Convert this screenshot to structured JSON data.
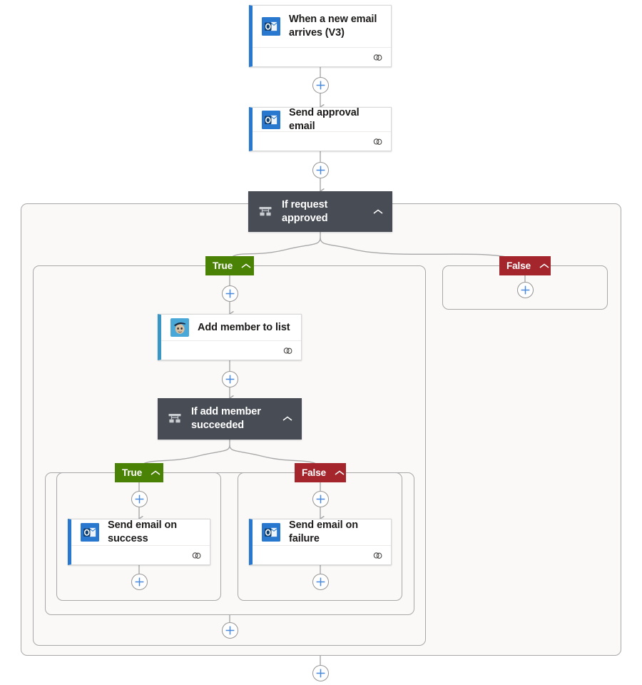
{
  "canvas": {
    "background": "#ffffff",
    "scope_fill": "#faf9f8",
    "scope_border": "#a8a8a8",
    "connector_color": "#a8a8a8",
    "plus_glyph_color": "#4a89dc",
    "condition_bg": "#484c55",
    "true_color": "#498205",
    "false_color": "#a4262c",
    "outlook_accent": "#2878d0",
    "mailchimp_accent": "#3a96c4"
  },
  "nodes": {
    "trigger_email": {
      "title": "When a new email arrives (V3)",
      "icon": "outlook-icon",
      "accent": "#2878d0",
      "footer_icon": "connector-link-icon"
    },
    "send_approval": {
      "title": "Send approval email",
      "icon": "outlook-icon",
      "accent": "#2878d0",
      "footer_icon": "connector-link-icon"
    },
    "if_request_approved": {
      "title": "If request approved",
      "icon": "control-condition-icon",
      "collapse_icon": "chevron-up-icon"
    },
    "add_member": {
      "title": "Add member to list",
      "icon": "mailchimp-icon",
      "accent": "#3a96c4",
      "footer_icon": "connector-link-icon"
    },
    "if_add_member_succeeded": {
      "title": "If add member succeeded",
      "icon": "control-condition-icon",
      "collapse_icon": "chevron-up-icon"
    },
    "send_success": {
      "title": "Send email on success",
      "icon": "outlook-icon",
      "accent": "#2878d0",
      "footer_icon": "connector-link-icon"
    },
    "send_failure": {
      "title": "Send email on failure",
      "icon": "outlook-icon",
      "accent": "#2878d0",
      "footer_icon": "connector-link-icon"
    }
  },
  "branches": {
    "outer_true": {
      "label": "True",
      "collapse_icon": "chevron-up-icon"
    },
    "outer_false": {
      "label": "False",
      "collapse_icon": "chevron-up-icon"
    },
    "inner_true": {
      "label": "True",
      "collapse_icon": "chevron-up-icon"
    },
    "inner_false": {
      "label": "False",
      "collapse_icon": "chevron-up-icon"
    }
  },
  "add_buttons": {
    "after_trigger": "+",
    "after_send_approval": "+",
    "outer_true_top": "+",
    "outer_false_empty": "+",
    "after_add_member": "+",
    "inner_true_top": "+",
    "inner_false_top": "+",
    "inner_true_bottom": "+",
    "inner_false_bottom": "+",
    "outer_true_bottom": "+",
    "flow_bottom": "+"
  }
}
